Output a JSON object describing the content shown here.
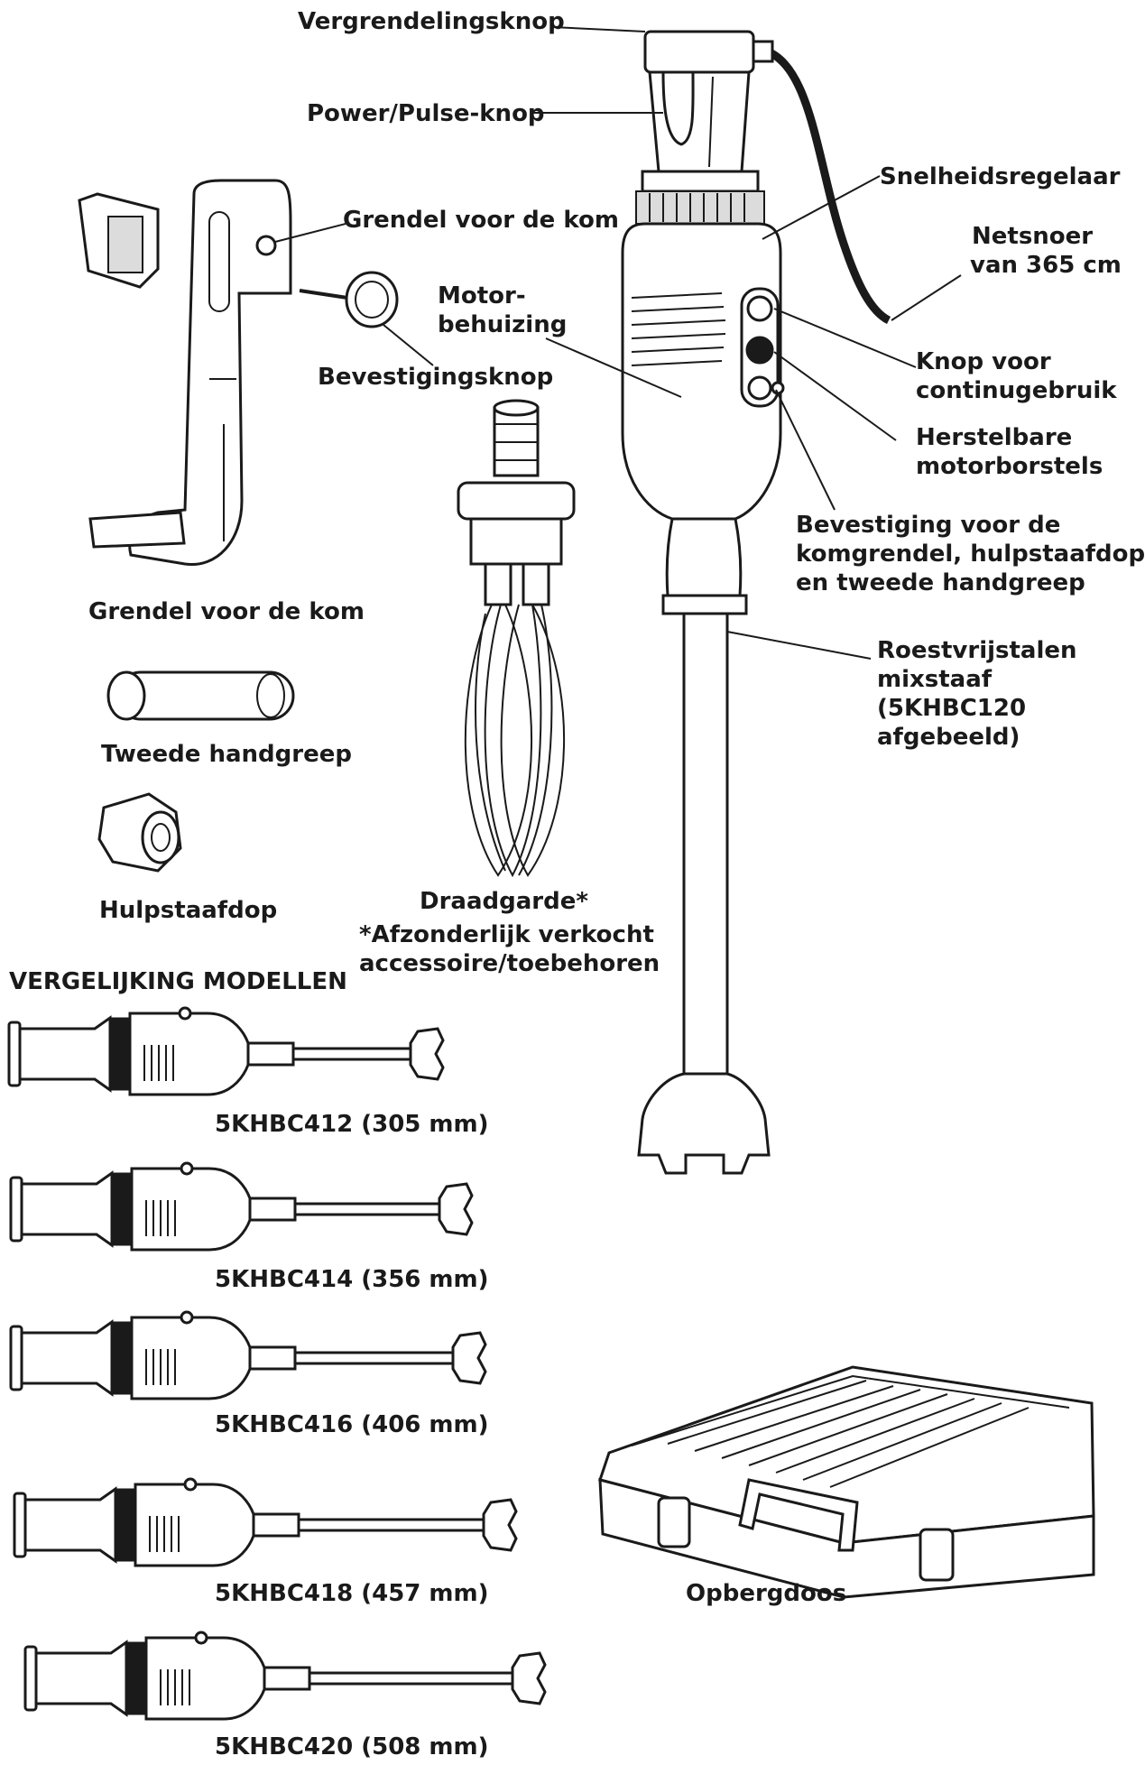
{
  "labels": {
    "lock_button": "Vergrendelingsknop",
    "power_pulse": "Power/Pulse-knop",
    "speed_control": "Snelheidsregelaar",
    "bowl_clamp_pin": "Grendel voor de kom",
    "power_cord": [
      "Netsnoer",
      "van 365 cm"
    ],
    "motor_housing": [
      "Motor-",
      "behuizing"
    ],
    "mounting_knob": "Bevestigingsknop",
    "continuous_button": [
      "Knop voor",
      "continugebruik"
    ],
    "motor_brushes": [
      "Herstelbare",
      "motorborstels"
    ],
    "mount_point": [
      "Bevestiging voor de",
      "komgrendel, hulpstaafdop",
      "en tweede handgreep"
    ],
    "shaft": [
      "Roestvrijstalen",
      "mixstaaf",
      "(5KHBC120",
      "afgebeeld)"
    ],
    "bowl_clamp": "Grendel voor de kom",
    "second_handle": "Tweede handgreep",
    "aux_cap": "Hulpstaafdop",
    "whisk": [
      "Draadgarde*",
      "*Afzonderlijk verkocht",
      "accessoire/toebehoren"
    ],
    "storage_case": "Opbergdoos"
  },
  "comparison": {
    "heading": "VERGELIJKING MODELLEN",
    "models": [
      {
        "name": "5KHBC412 (305 mm)"
      },
      {
        "name": "5KHBC414 (356 mm)"
      },
      {
        "name": "5KHBC416 (406 mm)"
      },
      {
        "name": "5KHBC418 (457 mm)"
      },
      {
        "name": "5KHBC420 (508 mm)"
      }
    ]
  },
  "colors": {
    "ink": "#1a1a1a",
    "fill": "#ffffff",
    "shade": "#dcdcdc"
  }
}
